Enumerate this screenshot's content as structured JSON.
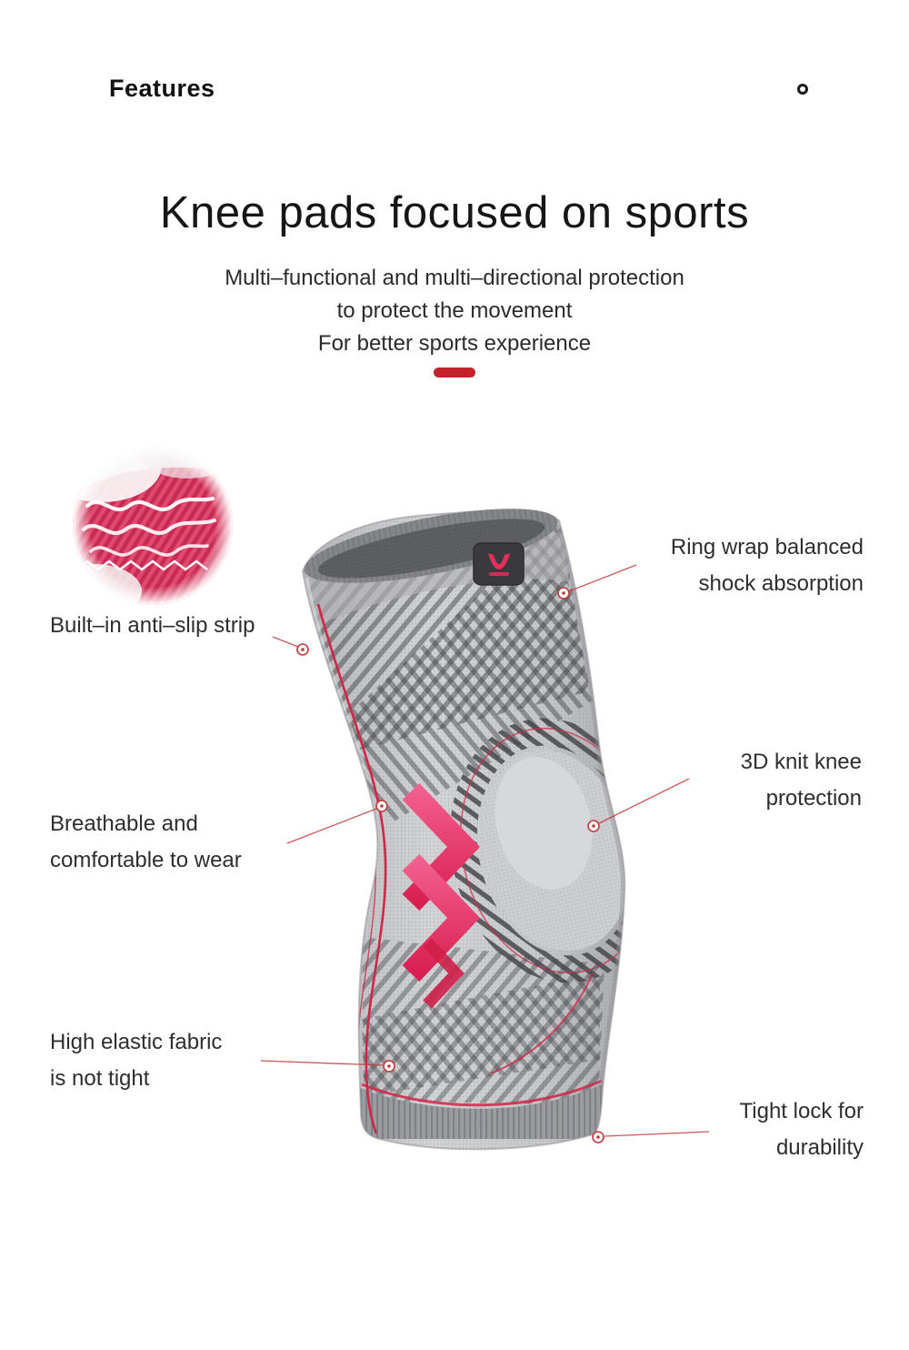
{
  "theme": {
    "accent-red": "#c3242b",
    "leader-red": "#c13a3a",
    "chevron-pink": "#e8336e",
    "pink-fabric": "#e04a6f",
    "body-gray": "#c7c8ca",
    "text-dark": "#1a1a1a",
    "text-body": "#2e2e2e"
  },
  "header": {
    "section_label": "Features",
    "corner_icon": "circle-outline-icon"
  },
  "hero": {
    "title": "Knee pads focused on sports",
    "subtitle_lines": [
      "Multi–functional and multi–directional protection",
      "to protect the movement",
      "For better sports experience"
    ]
  },
  "product": {
    "subject": "gray knitted sports knee pad with red accents",
    "zoom_detail": "pink fabric close-up with white airflow waves"
  },
  "callouts": [
    {
      "id": "ring-wrap",
      "side": "right",
      "lines": [
        "Ring wrap balanced",
        "shock absorption"
      ]
    },
    {
      "id": "anti-slip",
      "side": "left",
      "lines": [
        "Built–in anti–slip strip",
        ""
      ]
    },
    {
      "id": "3d-knit",
      "side": "right",
      "lines": [
        "3D knit knee",
        "protection"
      ]
    },
    {
      "id": "breathable",
      "side": "left",
      "lines": [
        "Breathable and",
        "comfortable to wear"
      ]
    },
    {
      "id": "high-elastic",
      "side": "left",
      "lines": [
        "High elastic fabric",
        "is not tight"
      ]
    },
    {
      "id": "tight-lock",
      "side": "right",
      "lines": [
        "Tight lock for",
        "durability"
      ]
    }
  ]
}
